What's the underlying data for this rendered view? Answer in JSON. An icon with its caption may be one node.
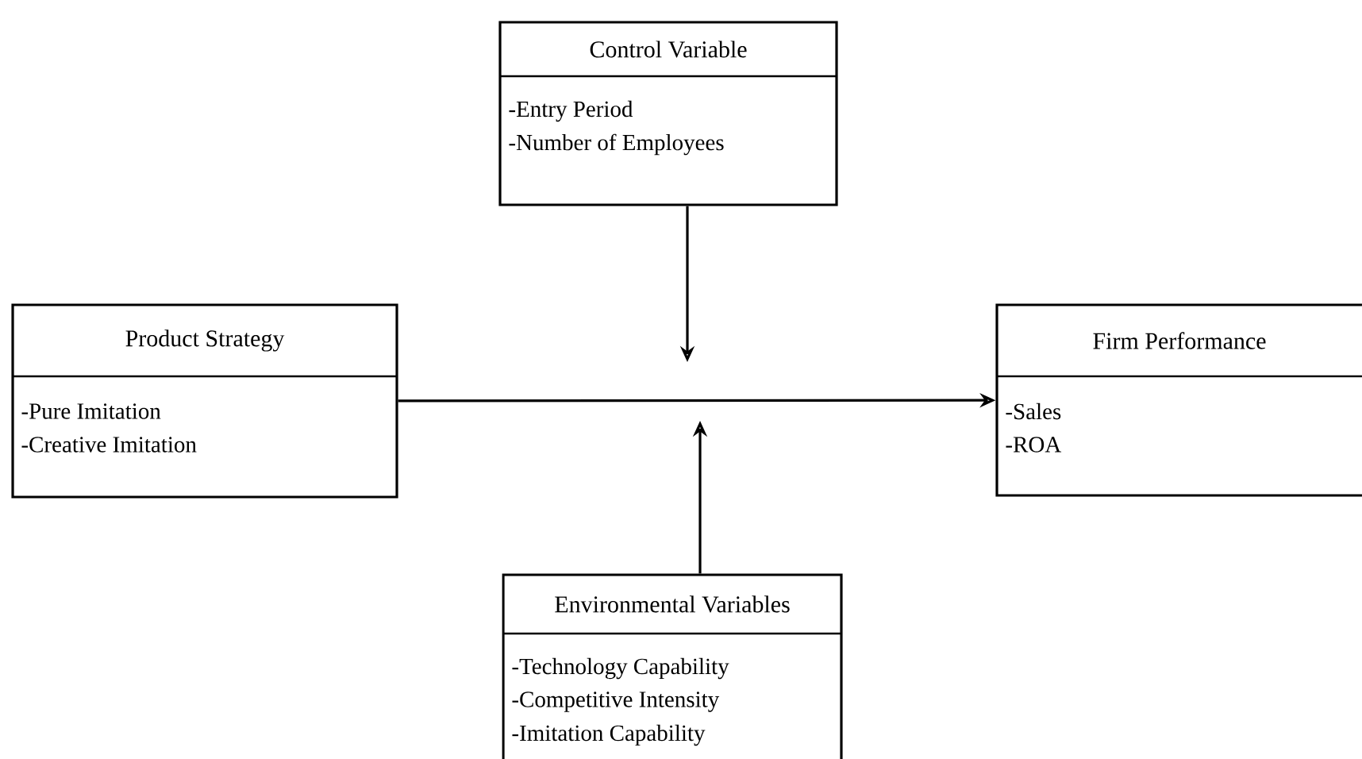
{
  "diagram": {
    "nodes": [
      {
        "text": [
          "Control Variable",
          "-Entry Period",
          "-Number of Employees"
        ]
      },
      {
        "text": [
          "Product Strategy",
          "-Pure Imitation",
          "-Creative Imitation"
        ]
      },
      {
        "text": [
          "Firm Performance",
          "-Sales",
          "-ROA"
        ]
      },
      {
        "text": [
          "Environmental Variables",
          "-Technology Capability",
          "-Competitive Intensity",
          "-Imitation Capability"
        ]
      }
    ],
    "edges": [
      {
        "from": 1,
        "to": 2,
        "arrow": "to"
      },
      {
        "from": 0,
        "to": null,
        "arrow": "to"
      },
      {
        "from": 3,
        "to": null,
        "arrow": "to"
      }
    ]
  }
}
